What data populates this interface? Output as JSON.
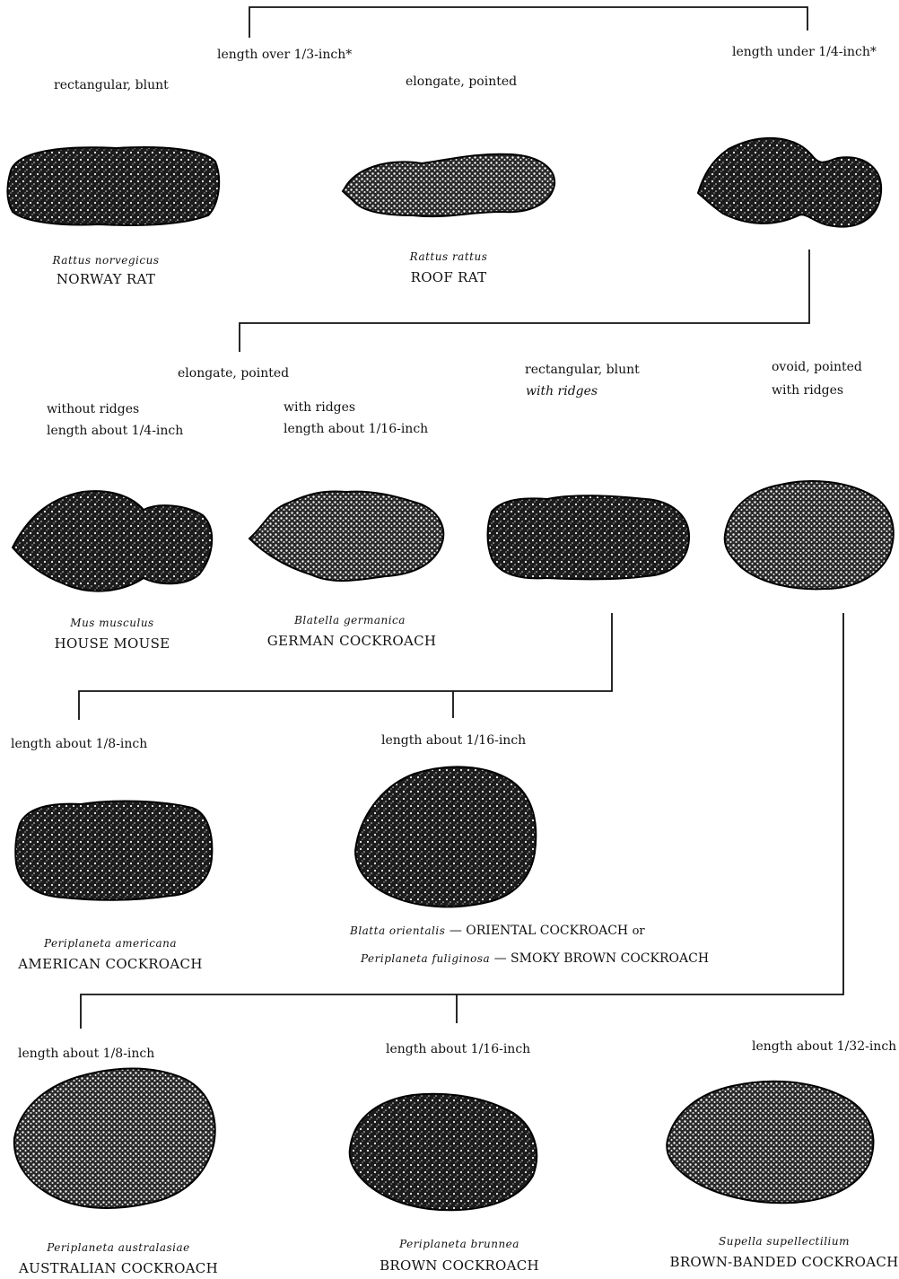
{
  "criteria": {
    "len_over_1_3": "length over 1/3-inch*",
    "len_under_1_4": "length under 1/4-inch*",
    "rect_blunt_top": "rectangular, blunt",
    "elongate_pointed_top": "elongate, pointed",
    "elongate_pointed_mid": "elongate, pointed",
    "without_ridges": "without ridges",
    "len_about_1_4": "length about 1/4-inch",
    "with_ridges": "with ridges",
    "len_about_1_16_german": "length about 1/16-inch",
    "rect_blunt_mid": "rectangular, blunt",
    "with_ridges_rect": "with ridges",
    "ovoid_pointed": "ovoid, pointed",
    "with_ridges_ovoid": "with ridges",
    "len_about_1_8_a": "length about 1/8-inch",
    "len_about_1_16_a": "length about 1/16-inch",
    "len_about_1_8_b": "length about 1/8-inch",
    "len_about_1_16_b": "length about 1/16-inch",
    "len_about_1_32": "length about 1/32-inch"
  },
  "species": {
    "norway_rat": {
      "sci": "Rattus norvegicus",
      "common": "NORWAY RAT"
    },
    "roof_rat": {
      "sci": "Rattus rattus",
      "common": "ROOF RAT"
    },
    "house_mouse": {
      "sci": "Mus musculus",
      "common": "HOUSE MOUSE"
    },
    "german_cockroach": {
      "sci": "Blatella germanica",
      "common": "GERMAN COCKROACH"
    },
    "american_cockroach": {
      "sci": "Periplaneta americana",
      "common": "AMERICAN COCKROACH"
    },
    "oriental_smoky": {
      "sci1": "Blatta orientalis",
      "dash1": "—",
      "common1": "ORIENTAL COCKROACH",
      "or": "or",
      "sci2": "Periplaneta fuliginosa",
      "dash2": "—",
      "common2": "SMOKY BROWN COCKROACH"
    },
    "australian_cockroach": {
      "sci": "Periplaneta australasiae",
      "common": "AUSTRALIAN COCKROACH"
    },
    "brown_cockroach": {
      "sci": "Periplaneta brunnea",
      "common": "BROWN COCKROACH"
    },
    "brown_banded_cockroach": {
      "sci": "Supella supellectilium",
      "common": "BROWN-BANDED COCKROACH"
    }
  }
}
